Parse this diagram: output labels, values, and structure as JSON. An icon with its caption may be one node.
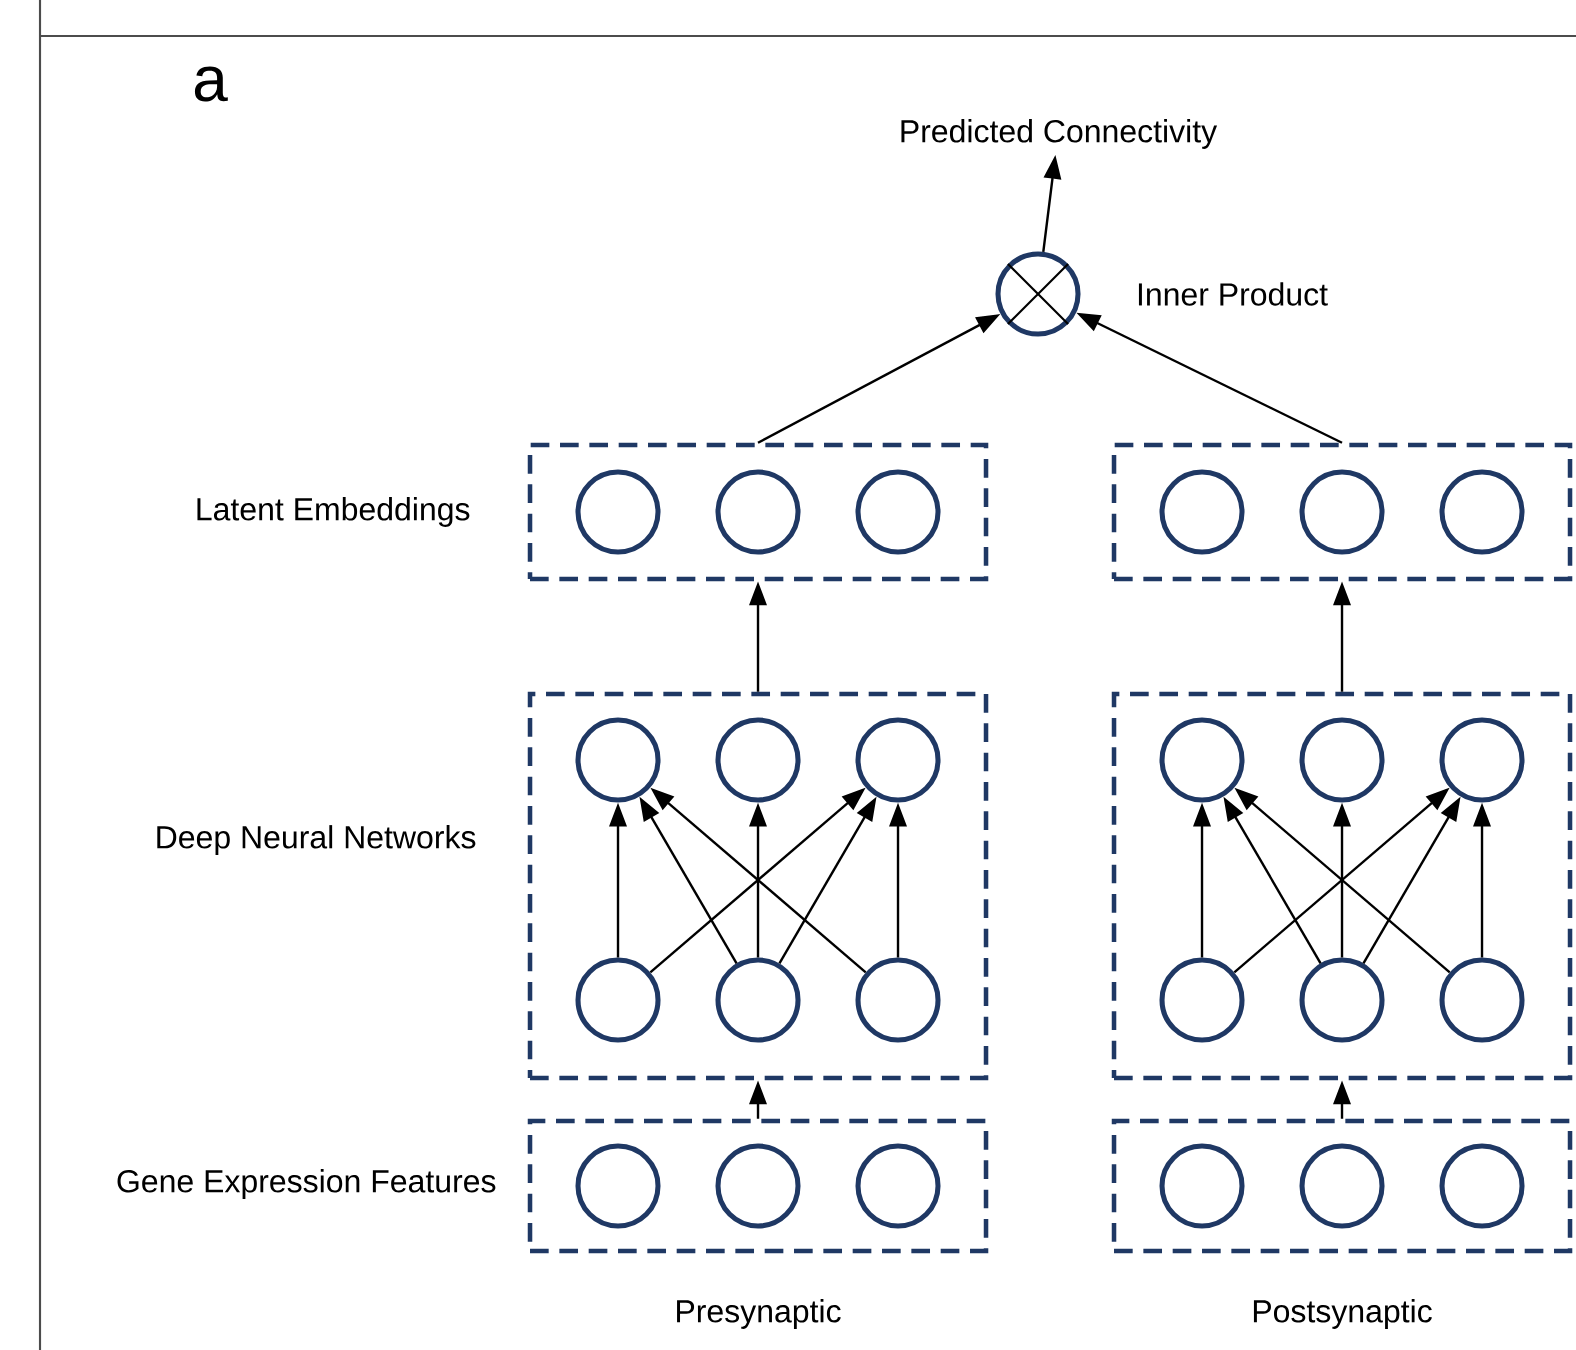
{
  "diagram": {
    "nodes": [
      {
        "text": [
          "Predicted Connectivity"
        ]
      },
      {
        "text": [],
        "shape": "circle",
        "beside": [
          "Inner Product"
        ]
      },
      {
        "text": [],
        "shape": "box"
      },
      {
        "text": [],
        "shape": "circle",
        "in": 2
      },
      {
        "text": [],
        "shape": "circle",
        "in": 2
      },
      {
        "text": [],
        "shape": "circle",
        "in": 2
      },
      {
        "text": [],
        "shape": "box"
      },
      {
        "text": [],
        "shape": "circle",
        "in": 6
      },
      {
        "text": [],
        "shape": "circle",
        "in": 6
      },
      {
        "text": [],
        "shape": "circle",
        "in": 6
      },
      {
        "text": [],
        "shape": "box"
      },
      {
        "text": [],
        "shape": "circle",
        "in": 10
      },
      {
        "text": [],
        "shape": "circle",
        "in": 10
      },
      {
        "text": [],
        "shape": "circle",
        "in": 10
      },
      {
        "text": [],
        "shape": "circle",
        "in": 10
      },
      {
        "text": [],
        "shape": "circle",
        "in": 10
      },
      {
        "text": [],
        "shape": "circle",
        "in": 10
      },
      {
        "text": [],
        "shape": "box"
      },
      {
        "text": [],
        "shape": "circle",
        "in": 17
      },
      {
        "text": [],
        "shape": "circle",
        "in": 17
      },
      {
        "text": [],
        "shape": "circle",
        "in": 17
      },
      {
        "text": [],
        "shape": "circle",
        "in": 17
      },
      {
        "text": [],
        "shape": "circle",
        "in": 17
      },
      {
        "text": [],
        "shape": "circle",
        "in": 17
      },
      {
        "text": [],
        "shape": "box"
      },
      {
        "text": [],
        "shape": "circle",
        "in": 24
      },
      {
        "text": [],
        "shape": "circle",
        "in": 24
      },
      {
        "text": [],
        "shape": "circle",
        "in": 24
      },
      {
        "text": [],
        "shape": "box"
      },
      {
        "text": [],
        "shape": "circle",
        "in": 28
      },
      {
        "text": [],
        "shape": "circle",
        "in": 28
      },
      {
        "text": [],
        "shape": "circle",
        "in": 28
      }
    ],
    "edges": [
      {
        "from": 1,
        "to": 0,
        "arrow": "to"
      },
      {
        "from": 2,
        "to": 1,
        "arrow": "to"
      },
      {
        "from": 6,
        "to": 1,
        "arrow": "to"
      },
      {
        "from": 10,
        "to": 2,
        "arrow": "to"
      },
      {
        "from": 17,
        "to": 6,
        "arrow": "to"
      },
      {
        "from": 24,
        "to": 10,
        "arrow": "to"
      },
      {
        "from": 28,
        "to": 17,
        "arrow": "to"
      },
      {
        "from": 14,
        "to": 11,
        "arrow": "to"
      },
      {
        "from": 14,
        "to": 13,
        "arrow": "to"
      },
      {
        "from": 15,
        "to": 11,
        "arrow": "to"
      },
      {
        "from": 15,
        "to": 12,
        "arrow": "to"
      },
      {
        "from": 15,
        "to": 13,
        "arrow": "to"
      },
      {
        "from": 16,
        "to": 11,
        "arrow": "to"
      },
      {
        "from": 16,
        "to": 13,
        "arrow": "to"
      },
      {
        "from": 21,
        "to": 18,
        "arrow": "to"
      },
      {
        "from": 21,
        "to": 20,
        "arrow": "to"
      },
      {
        "from": 22,
        "to": 18,
        "arrow": "to"
      },
      {
        "from": 22,
        "to": 19,
        "arrow": "to"
      },
      {
        "from": 22,
        "to": 20,
        "arrow": "to"
      },
      {
        "from": 23,
        "to": 18,
        "arrow": "to"
      },
      {
        "from": 23,
        "to": 20,
        "arrow": "to"
      }
    ],
    "labels": [
      "a",
      "Latent Embeddings",
      "Deep Neural Networks",
      "Gene Expression Features",
      "Presynaptic",
      "Postsynaptic"
    ]
  }
}
